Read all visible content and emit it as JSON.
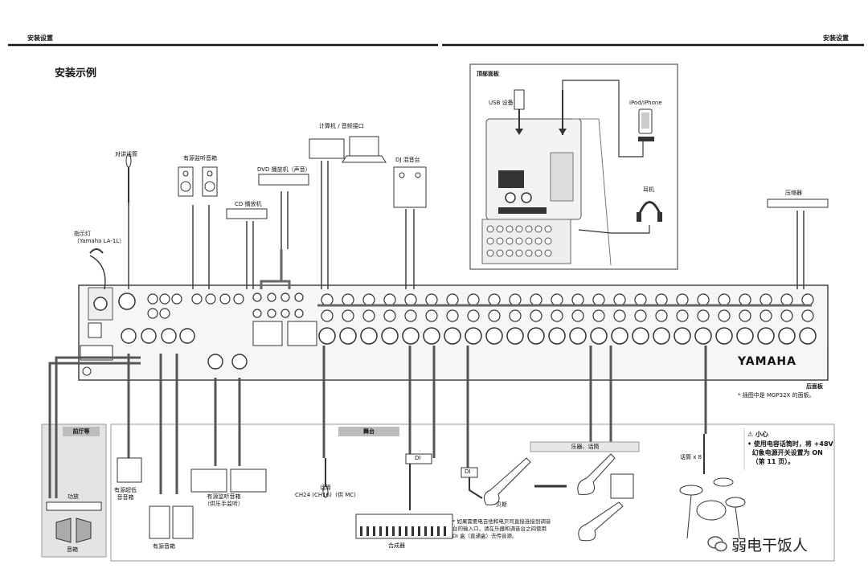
{
  "header": {
    "left": "安装设置",
    "right": "安装设置"
  },
  "title": "安装示例",
  "top_panel": {
    "title": "顶部面板",
    "usb": "USB 设备",
    "ipod": "iPod/iPhone",
    "headphones": "耳机"
  },
  "devices": {
    "talkback": "对讲话筒",
    "lamp": "指示灯\n（Yamaha LA-1L）",
    "monitor_speakers": "有源监听音箱",
    "cd": "CD 播放机",
    "dvd": "DVD 播放机（声音）",
    "computer": "计算机 / 音频接口",
    "dj": "DJ 混音台",
    "compressor": "压缩器",
    "rear_panel": "后面板",
    "rear_note": "* 插图中是 MGP32X 的面板。",
    "brand": "YAMAHA"
  },
  "zones": {
    "foh": "前厅等",
    "stage": "舞台",
    "instruments": "乐器、话筒"
  },
  "bottom": {
    "amp": "功放",
    "speakers_foh": "音箱",
    "subwoofer": "有源超低\n音音箱",
    "active_speakers": "有源音箱",
    "stage_monitors": "有源监听音箱\n（供乐手监听）",
    "mic": "话筒\nCH24 (CH16)  (供 MC)",
    "di1": "DI",
    "di2": "DI",
    "bass": "贝斯",
    "synth": "合成器",
    "mics_x8": "话筒 x 8",
    "di_note": "* 如果需要电吉他和电贝司直接连接到调音\n台的输入口，请在乐器和调音台之间使用\nDI 盒（直通盒）去传音源。"
  },
  "caution": {
    "title": "⚠ 小心",
    "body": "• 使用电容话筒时，将 +48V\n  幻象电源开关设置为 ON\n  （第 11 页）。"
  },
  "watermark": "弱电干饭人",
  "icons": {
    "wechat": "wechat-icon",
    "warning": "warning-icon"
  }
}
